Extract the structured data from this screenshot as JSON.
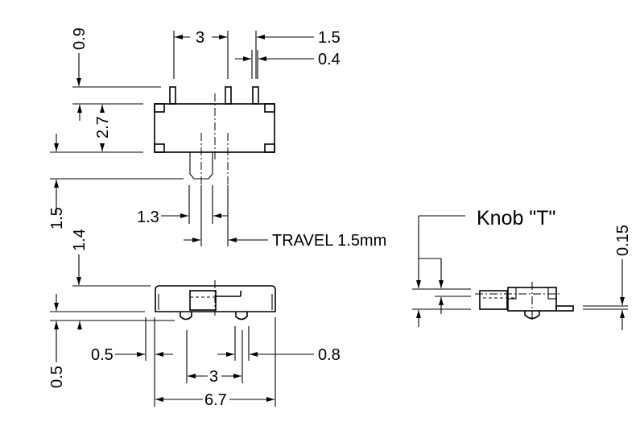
{
  "top_view": {
    "pin_pitch": "3",
    "pin_offset": "1.5",
    "pin_width": "0.4",
    "pin_height": "0.9",
    "body_height": "2.7",
    "knob_height": "1.5",
    "knob_width": "1.3",
    "travel": "TRAVEL 1.5mm"
  },
  "side_view": {
    "body_height": "1.4",
    "standoff": "0.5",
    "edge_offset": "0.5",
    "foot_width": "0.8",
    "foot_pitch": "3",
    "overall_width": "6.7"
  },
  "knob_view": {
    "title": "Knob \"T\"",
    "tab_thickness": "0.15"
  }
}
